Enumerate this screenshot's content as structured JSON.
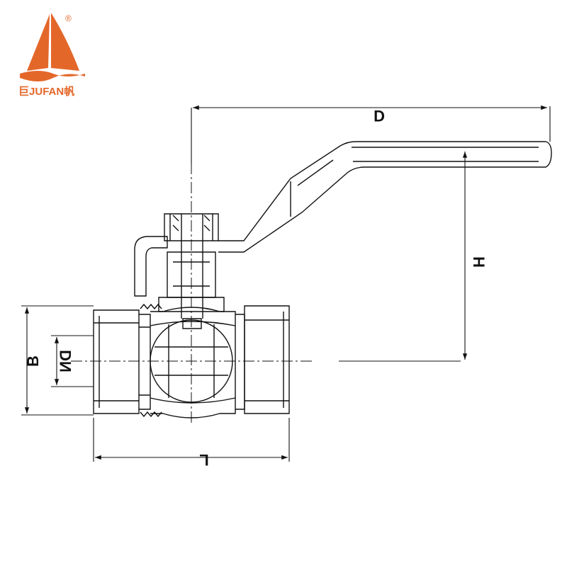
{
  "brand": {
    "cjk_left": "巨",
    "name": "JUFAN",
    "cjk_right": "帆",
    "registered": "®",
    "color": "#e4672a",
    "wave_color": "#e4672a"
  },
  "dimensions": {
    "D": "D",
    "H": "H",
    "B": "B",
    "DN": "DN",
    "L": "L"
  },
  "colors": {
    "line": "#111111",
    "background": "#ffffff"
  }
}
